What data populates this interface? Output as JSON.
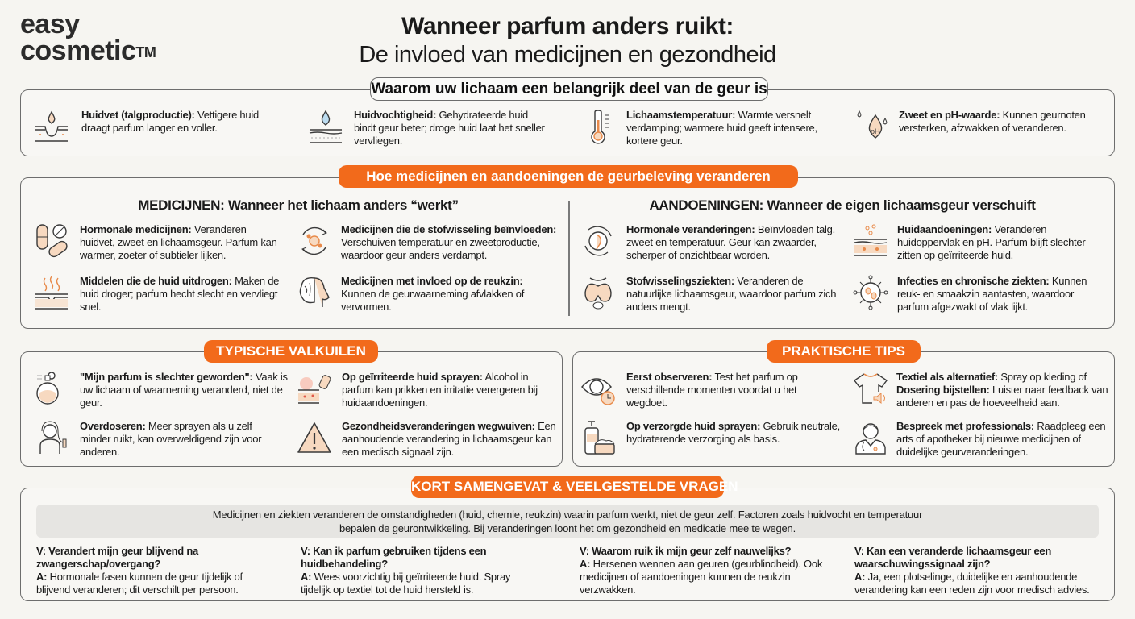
{
  "logo": {
    "line1": "easy",
    "line2": "cosmetic",
    "tm": "TM"
  },
  "title": {
    "line1": "Wanneer parfum anders ruikt:",
    "line2": "De invloed van medicijnen en gezondheid"
  },
  "colors": {
    "accent": "#f26a1b",
    "icon_fill": "#f7d9c0",
    "icon_stroke": "#3a3a3a",
    "background": "#f6f5f1"
  },
  "body_section": {
    "label": "Waarom uw lichaam een belangrijk deel van de geur is",
    "items": [
      {
        "icon": "skin-oil-icon",
        "title": "Huidvet (talgproductie):",
        "text": "Vettigere huid draagt parfum langer en voller."
      },
      {
        "icon": "skin-moisture-icon",
        "title": "Huidvochtigheid:",
        "text": "Gehydrateerde huid bindt geur beter; droge huid laat het sneller vervliegen."
      },
      {
        "icon": "thermometer-icon",
        "title": "Lichaamstemperatuur:",
        "text": "Warmte versnelt verdamping; warmere huid geeft intensere, kortere geur."
      },
      {
        "icon": "ph-drops-icon",
        "title": "Zweet en pH-waarde:",
        "text": "Kunnen geurnoten versterken, afzwakken of veranderen."
      }
    ]
  },
  "influence_section": {
    "label": "Hoe medicijnen en aandoeningen de geurbeleving veranderen",
    "medicines": {
      "heading": "MEDICIJNEN: Wanneer het lichaam anders “werkt”",
      "items": [
        {
          "icon": "pills-icon",
          "title": "Hormonale medicijnen:",
          "text": "Veranderen huidvet, zweet en lichaamsgeur. Parfum kan warmer, zoeter of subtieler lijken."
        },
        {
          "icon": "metabolism-cycle-icon",
          "title": "Medicijnen die de stofwisseling beïnvloeden:",
          "text": "Verschuiven temperatuur en zweetproductie, waardoor geur anders verdampt."
        },
        {
          "icon": "dry-skin-icon",
          "title": "Middelen die de huid uitdrogen:",
          "text": "Maken de huid droger; parfum hecht slecht en vervliegt snel."
        },
        {
          "icon": "brain-nose-icon",
          "title": "Medicijnen met invloed op de reukzin:",
          "text": "Kunnen de geurwaarneming afvlakken of vervormen."
        }
      ]
    },
    "conditions": {
      "heading": "AANDOENINGEN: Wanneer de eigen lichaamsgeur verschuift",
      "items": [
        {
          "icon": "hormonal-cycle-icon",
          "title": "Hormonale veranderingen:",
          "text": "Beïnvloeden talg. zweet en temperatuur. Geur kan zwaarder, scherper of onzichtbaar worden."
        },
        {
          "icon": "skin-condition-icon",
          "title": "Huidaandoeningen:",
          "text": "Veranderen huidoppervlak en pH. Parfum blijft slechter zitten op geïrriteerde huid."
        },
        {
          "icon": "thyroid-icon",
          "title": "Stofwisselingsziekten:",
          "text": "Veranderen de natuurlijke lichaamsgeur, waardoor parfum zich anders mengt."
        },
        {
          "icon": "virus-icon",
          "title": "Infecties en chronische ziekten:",
          "text": "Kunnen reuk- en smaakzin aantasten, waardoor parfum afgezwakt of vlak lijkt."
        }
      ]
    }
  },
  "pitfalls": {
    "label": "TYPISCHE VALKUILEN",
    "items": [
      {
        "icon": "perfume-bottle-icon",
        "title": "\"Mijn parfum is slechter geworden\":",
        "text": "Vaak is uw lichaam of waarneming veranderd, niet de geur."
      },
      {
        "icon": "spray-irritated-skin-icon",
        "title": "Op geïrriteerde huid sprayen:",
        "text": "Alcohol in parfum kan prikken en irritatie verergeren bij huidaandoeningen."
      },
      {
        "icon": "person-spraying-icon",
        "title": "Overdoseren:",
        "text": "Meer sprayen als u zelf minder ruikt, kan overweldigend zijn voor anderen."
      },
      {
        "icon": "warning-icon",
        "title": "Gezondheidsveranderingen wegwuiven:",
        "text": "Een aanhoudende verandering in lichaamsgeur kan een medisch signaal zijn."
      }
    ]
  },
  "tips": {
    "label": "PRAKTISCHE TIPS",
    "items": [
      {
        "icon": "eye-clock-icon",
        "title": "Eerst observeren:",
        "text": "Test het parfum op verschillende momenten voordat u het wegdoet."
      },
      {
        "icon": "shirt-speaker-icon",
        "title": "Textiel als alternatief:",
        "text": "Spray op kleding of",
        "title2": "Dosering bijstellen:",
        "text2": "Luister naar feedback van anderen en pas de hoeveelheid aan."
      },
      {
        "icon": "lotion-icon",
        "title": "Op verzorgde huid sprayen:",
        "text": "Gebruik neutrale, hydraterende verzorging als basis."
      },
      {
        "icon": "doctor-icon",
        "title": "Bespreek met professionals:",
        "text": "Raadpleeg een arts of apotheker bij nieuwe medicijnen of duidelijke geurveranderingen."
      }
    ]
  },
  "summary": {
    "label": "KORT SAMENGEVAT & VEELGESTELDE VRAGEN",
    "line1": "Medicijnen en ziekten veranderen de omstandigheden (huid, chemie, reukzin) waarin parfum werkt, niet de geur zelf. Factoren zoals huidvocht en temperatuur",
    "line2": "bepalen de geurontwikkeling. Bij veranderingen loont het om gezondheid en medicatie mee te wegen.",
    "faq": [
      {
        "q": "V: Verandert mijn geur blijvend na zwangerschap/overgang?",
        "a_label": "A:",
        "a": "Hormonale fasen kunnen de geur tijdelijk of blijvend veranderen; dit verschilt per persoon."
      },
      {
        "q": "V: Kan ik parfum gebruiken tijdens een huidbehandeling?",
        "a_label": "A:",
        "a": "Wees voorzichtig bij geïrriteerde huid. Spray tijdelijk op textiel tot de huid hersteld is."
      },
      {
        "q": "V: Waarom ruik ik mijn geur zelf nauwelijks?",
        "a_label": "A:",
        "a": "Hersenen wennen aan geuren (geurblindheid). Ook medicijnen of aandoeningen kunnen de reukzin verzwakken."
      },
      {
        "q": "V: Kan een veranderde lichaamsgeur een waarschuwingssignaal zijn?",
        "a_label": "A:",
        "a": "Ja, een plotselinge, duidelijke en aanhoudende verandering kan een reden zijn voor medisch advies."
      }
    ]
  }
}
